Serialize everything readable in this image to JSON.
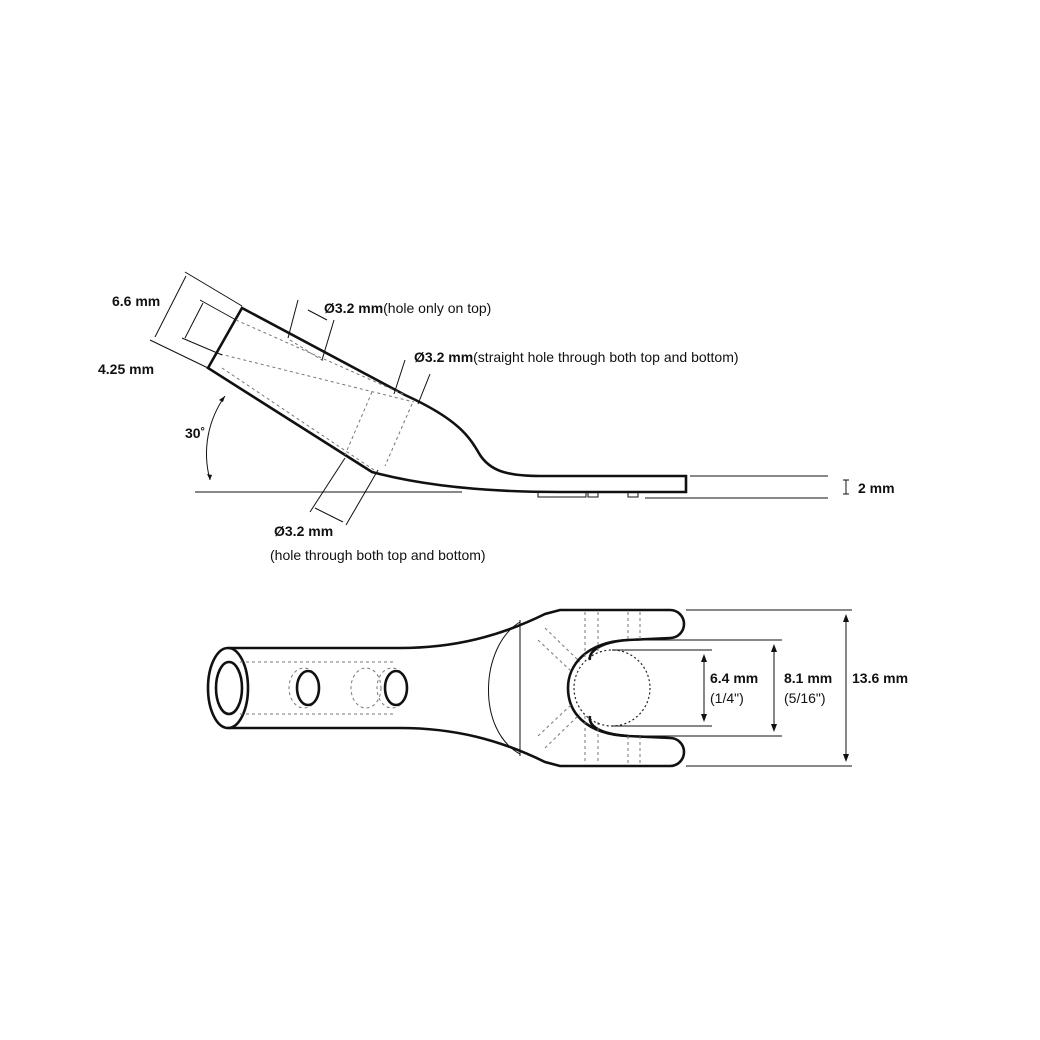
{
  "side_view": {
    "outer_width": "6.6 mm",
    "inner_width": "4.25 mm",
    "angle": "30˚",
    "thickness": "2 mm",
    "top_hole": {
      "dim": "Ø3.2 mm",
      "note": "(hole only on top)"
    },
    "straight_hole": {
      "dim": "Ø3.2 mm",
      "note": "(straight hole through both top and bottom)"
    },
    "bottom_hole": {
      "dim": "Ø3.2 mm",
      "note": "(hole through both top and bottom)"
    }
  },
  "top_view": {
    "slot_width": {
      "mm": "6.4 mm",
      "inch": "(1/4\")"
    },
    "slot_outer": {
      "mm": "8.1 mm",
      "inch": "(5/16\")"
    },
    "overall_width": "13.6 mm"
  }
}
